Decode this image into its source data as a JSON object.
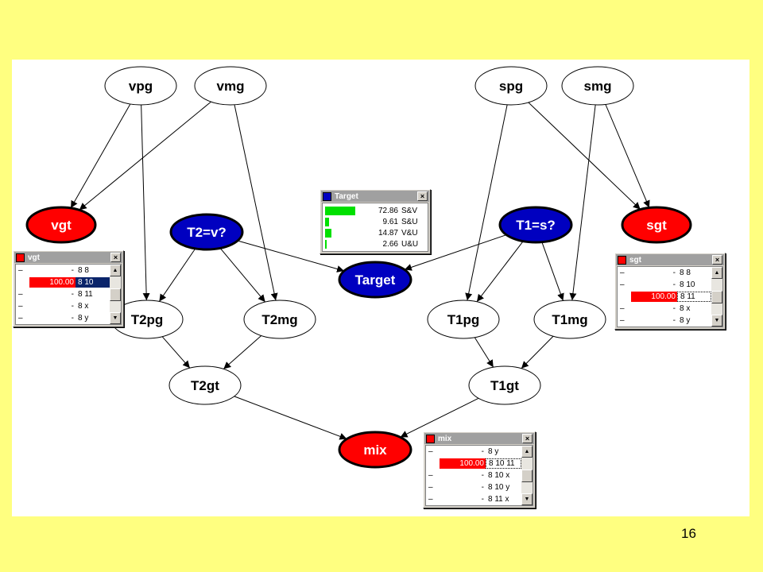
{
  "nodes": {
    "vpg": "vpg",
    "vmg": "vmg",
    "spg": "spg",
    "smg": "smg",
    "vgt": "vgt",
    "sgt": "sgt",
    "t2v": "T2=v?",
    "t1s": "T1=s?",
    "target": "Target",
    "t2pg": "T2pg",
    "t2mg": "T2mg",
    "t1pg": "T1pg",
    "t1mg": "T1mg",
    "t2gt": "T2gt",
    "t1gt": "T1gt",
    "mix": "mix"
  },
  "colors": {
    "background": "#ffff80",
    "evidence": "#ff0000",
    "decision": "#0000c0",
    "plain": "#ffffff",
    "bar": "#00e000"
  },
  "monitors": {
    "target": {
      "title": "Target",
      "rows": [
        {
          "value": "72.86",
          "label": "S&V",
          "fraction": 0.7286
        },
        {
          "value": "9.61",
          "label": "S&U",
          "fraction": 0.0961
        },
        {
          "value": "14.87",
          "label": "V&U",
          "fraction": 0.1487
        },
        {
          "value": "2.66",
          "label": "U&U",
          "fraction": 0.0266
        }
      ]
    },
    "vgt": {
      "title": "vgt",
      "rows": [
        {
          "dash": "–",
          "value": "-",
          "label": "8 8",
          "highlight": false,
          "selected": false
        },
        {
          "dash": "",
          "value": "100.00",
          "label": "8 10",
          "highlight": true,
          "selected": true
        },
        {
          "dash": "–",
          "value": "-",
          "label": "8 11",
          "highlight": false,
          "selected": false
        },
        {
          "dash": "–",
          "value": "-",
          "label": "8 x",
          "highlight": false,
          "selected": false
        },
        {
          "dash": "–",
          "value": "-",
          "label": "8 y",
          "highlight": false,
          "selected": false
        }
      ]
    },
    "sgt": {
      "title": "sgt",
      "rows": [
        {
          "dash": "–",
          "value": "-",
          "label": "8 8",
          "highlight": false,
          "boxed": false
        },
        {
          "dash": "–",
          "value": "-",
          "label": "8 10",
          "highlight": false,
          "boxed": false
        },
        {
          "dash": "",
          "value": "100.00",
          "label": "8 11",
          "highlight": true,
          "boxed": true
        },
        {
          "dash": "–",
          "value": "-",
          "label": "8 x",
          "highlight": false,
          "boxed": false
        },
        {
          "dash": "–",
          "value": "-",
          "label": "8 y",
          "highlight": false,
          "boxed": false
        }
      ]
    },
    "mix": {
      "title": "mix",
      "rows": [
        {
          "dash": "–",
          "value": "-",
          "label": "8 y",
          "highlight": false,
          "boxed": false
        },
        {
          "dash": "",
          "value": "100.00",
          "label": "8 10 11",
          "highlight": true,
          "boxed": true
        },
        {
          "dash": "–",
          "value": "-",
          "label": "8 10 x",
          "highlight": false,
          "boxed": false
        },
        {
          "dash": "–",
          "value": "-",
          "label": "8 10 y",
          "highlight": false,
          "boxed": false
        },
        {
          "dash": "–",
          "value": "-",
          "label": "8 11 x",
          "highlight": false,
          "boxed": false
        }
      ]
    }
  },
  "close_glyph": "×",
  "scroll_up_glyph": "▲",
  "scroll_down_glyph": "▼",
  "page_number": "16"
}
